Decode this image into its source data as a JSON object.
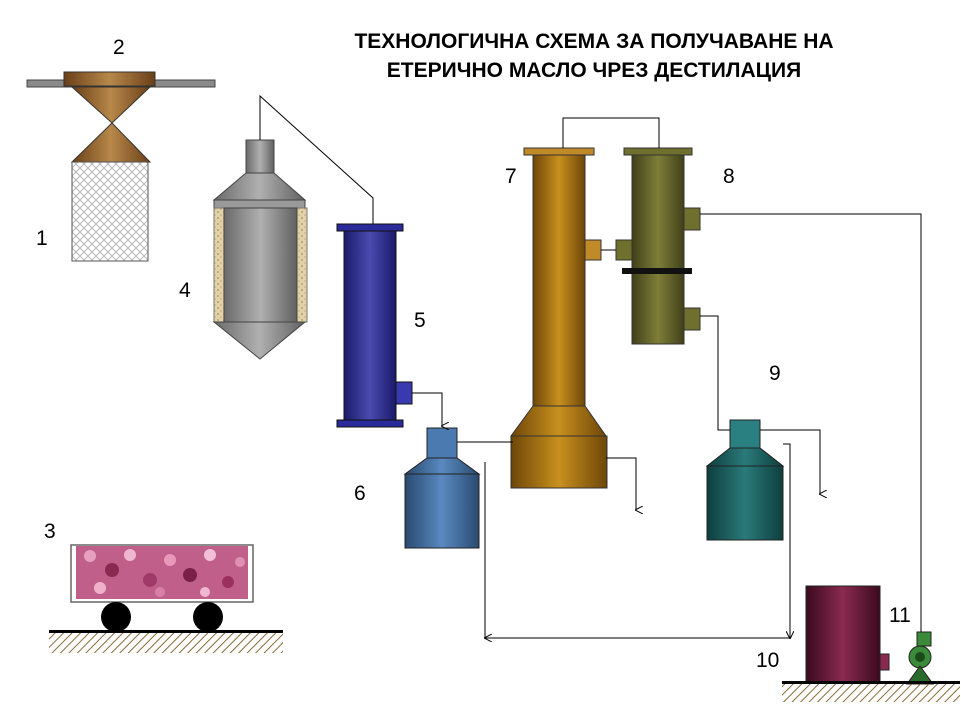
{
  "title": {
    "line1": "ТЕХНОЛОГИЧНА СХЕМА ЗА ПОЛУЧАВАНЕ НА",
    "line2": "ЕТЕРИЧНО МАСЛО ЧРЕЗ ДЕСТИЛАЦИЯ"
  },
  "labels": {
    "n1": "1",
    "n2": "2",
    "n3": "3",
    "n4": "4",
    "n5": "5",
    "n6": "6",
    "n7": "7",
    "n8": "8",
    "n9": "9",
    "n10": "10",
    "n11": "11"
  },
  "colors": {
    "hopper": "#9a6a3a",
    "conveyor_bar": "#8a8a8a",
    "bag_pattern": "#c8c8c8",
    "still": "#8c8c8c",
    "insulation": "#d8c8a0",
    "condenser": "#2a2a8a",
    "separator6": "#3a6a9a",
    "column7": "#a06e14",
    "column8": "#5e5e24",
    "separator9": "#1a5a5a",
    "tank10": "#6a1a3a",
    "pump11": "#2a6a2a",
    "petals": "#c0608a",
    "ground": "#8a6a3a"
  }
}
